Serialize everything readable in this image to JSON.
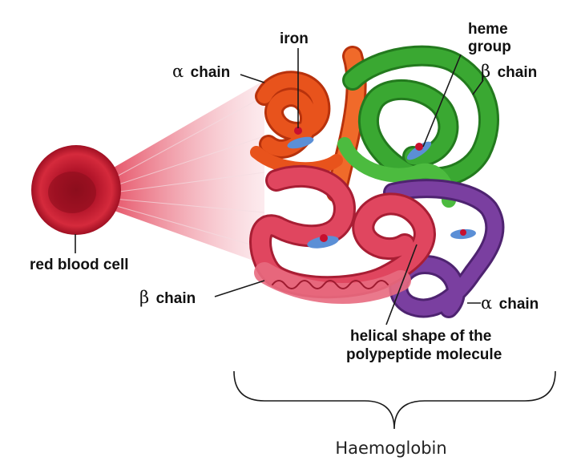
{
  "labels": {
    "iron": "iron",
    "alpha_chain_top": {
      "greek": "α",
      "text": "chain"
    },
    "heme_line1": "heme",
    "heme_line2": "group",
    "beta_chain_top": {
      "greek": "β",
      "text": "chain"
    },
    "red_blood_cell": "red blood cell",
    "beta_chain_bottom": {
      "greek": "β",
      "text": "chain"
    },
    "alpha_chain_bottom": {
      "greek": "α",
      "text": "chain"
    },
    "helical_line1": "helical shape of the",
    "helical_line2": "polypeptide molecule",
    "caption": "Haemoglobin"
  },
  "colors": {
    "alpha_top": "#e8531c",
    "beta_top": "#3aa832",
    "beta_bottom": "#e0465f",
    "alpha_bottom": "#7a3fa0",
    "cell": "#b3152a",
    "heme": "#5b8fd6",
    "iron": "#c8102e"
  }
}
